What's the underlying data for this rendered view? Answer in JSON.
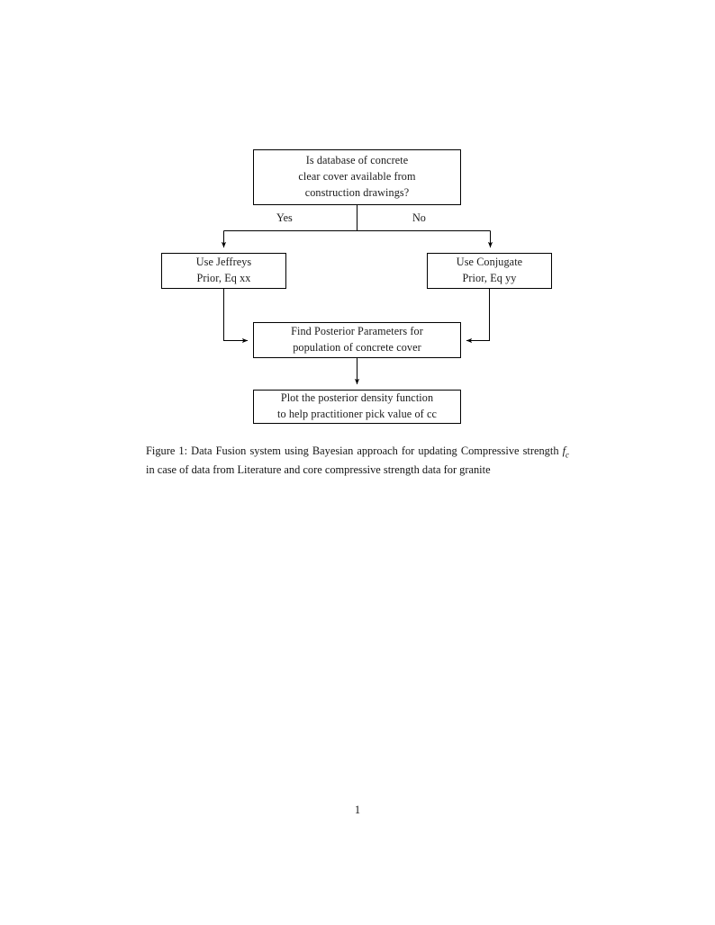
{
  "document": {
    "page_number": "1"
  },
  "figure": {
    "nodes": {
      "decision": {
        "name": "decision-database-available",
        "lines": [
          "Is database of concrete",
          "clear cover available from",
          "construction drawings?"
        ]
      },
      "jeffreys": {
        "name": "use-jeffreys-prior",
        "lines": [
          "Use Jeffreys",
          "Prior, Eq xx"
        ]
      },
      "conjugate": {
        "name": "use-conjugate-prior",
        "lines": [
          "Use Conjugate",
          "Prior, Eq yy"
        ]
      },
      "posterior": {
        "name": "find-posterior-parameters",
        "lines": [
          "Find Posterior Parameters for",
          "population of concrete cover"
        ]
      },
      "plot": {
        "name": "plot-posterior-density",
        "lines": [
          "Plot the posterior density function",
          "to help practitioner pick value of cc"
        ]
      }
    },
    "branch_labels": {
      "yes": "Yes",
      "no": "No"
    },
    "style": {
      "stroke": "#000000",
      "stroke_width": 1,
      "text_color": "#1a1a1a",
      "background": "#ffffff"
    },
    "edges": [
      {
        "from": "decision",
        "to": "jeffreys",
        "label": "Yes"
      },
      {
        "from": "decision",
        "to": "conjugate",
        "label": "No"
      },
      {
        "from": "jeffreys",
        "to": "posterior",
        "label": ""
      },
      {
        "from": "conjugate",
        "to": "posterior",
        "label": ""
      },
      {
        "from": "posterior",
        "to": "plot",
        "label": ""
      }
    ]
  },
  "caption": {
    "label": "Figure 1:",
    "part1": " Data Fusion system using Bayesian approach for updating Compressive strength ",
    "math_base": "f",
    "math_sub": "c",
    "part2": " in case of data from Literature and core compressive strength data for granite",
    "full_text": "Figure 1: Data Fusion system using Bayesian approach for updating Compressive strength f_c in case of data from Literature and core compressive strength data for granite"
  }
}
